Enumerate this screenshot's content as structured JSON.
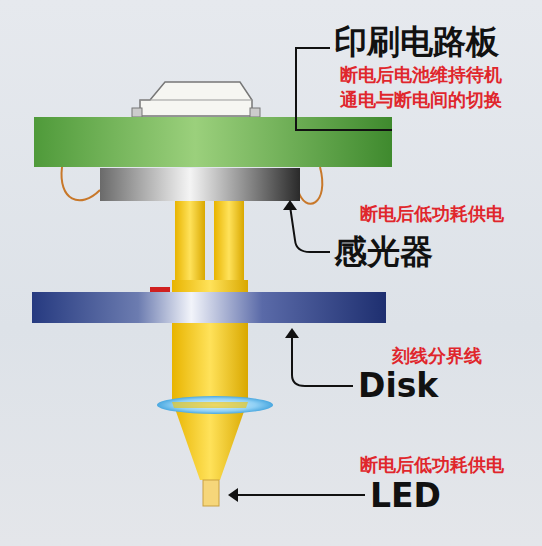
{
  "diagram": {
    "labels": [
      "印刷电路板",
      "断电后电池维持待机",
      "通电与断电间的切换",
      "断电后低功耗供电",
      "感光器",
      "刻线分界线",
      "Disk",
      "断电后低功耗供电",
      "LED"
    ]
  }
}
